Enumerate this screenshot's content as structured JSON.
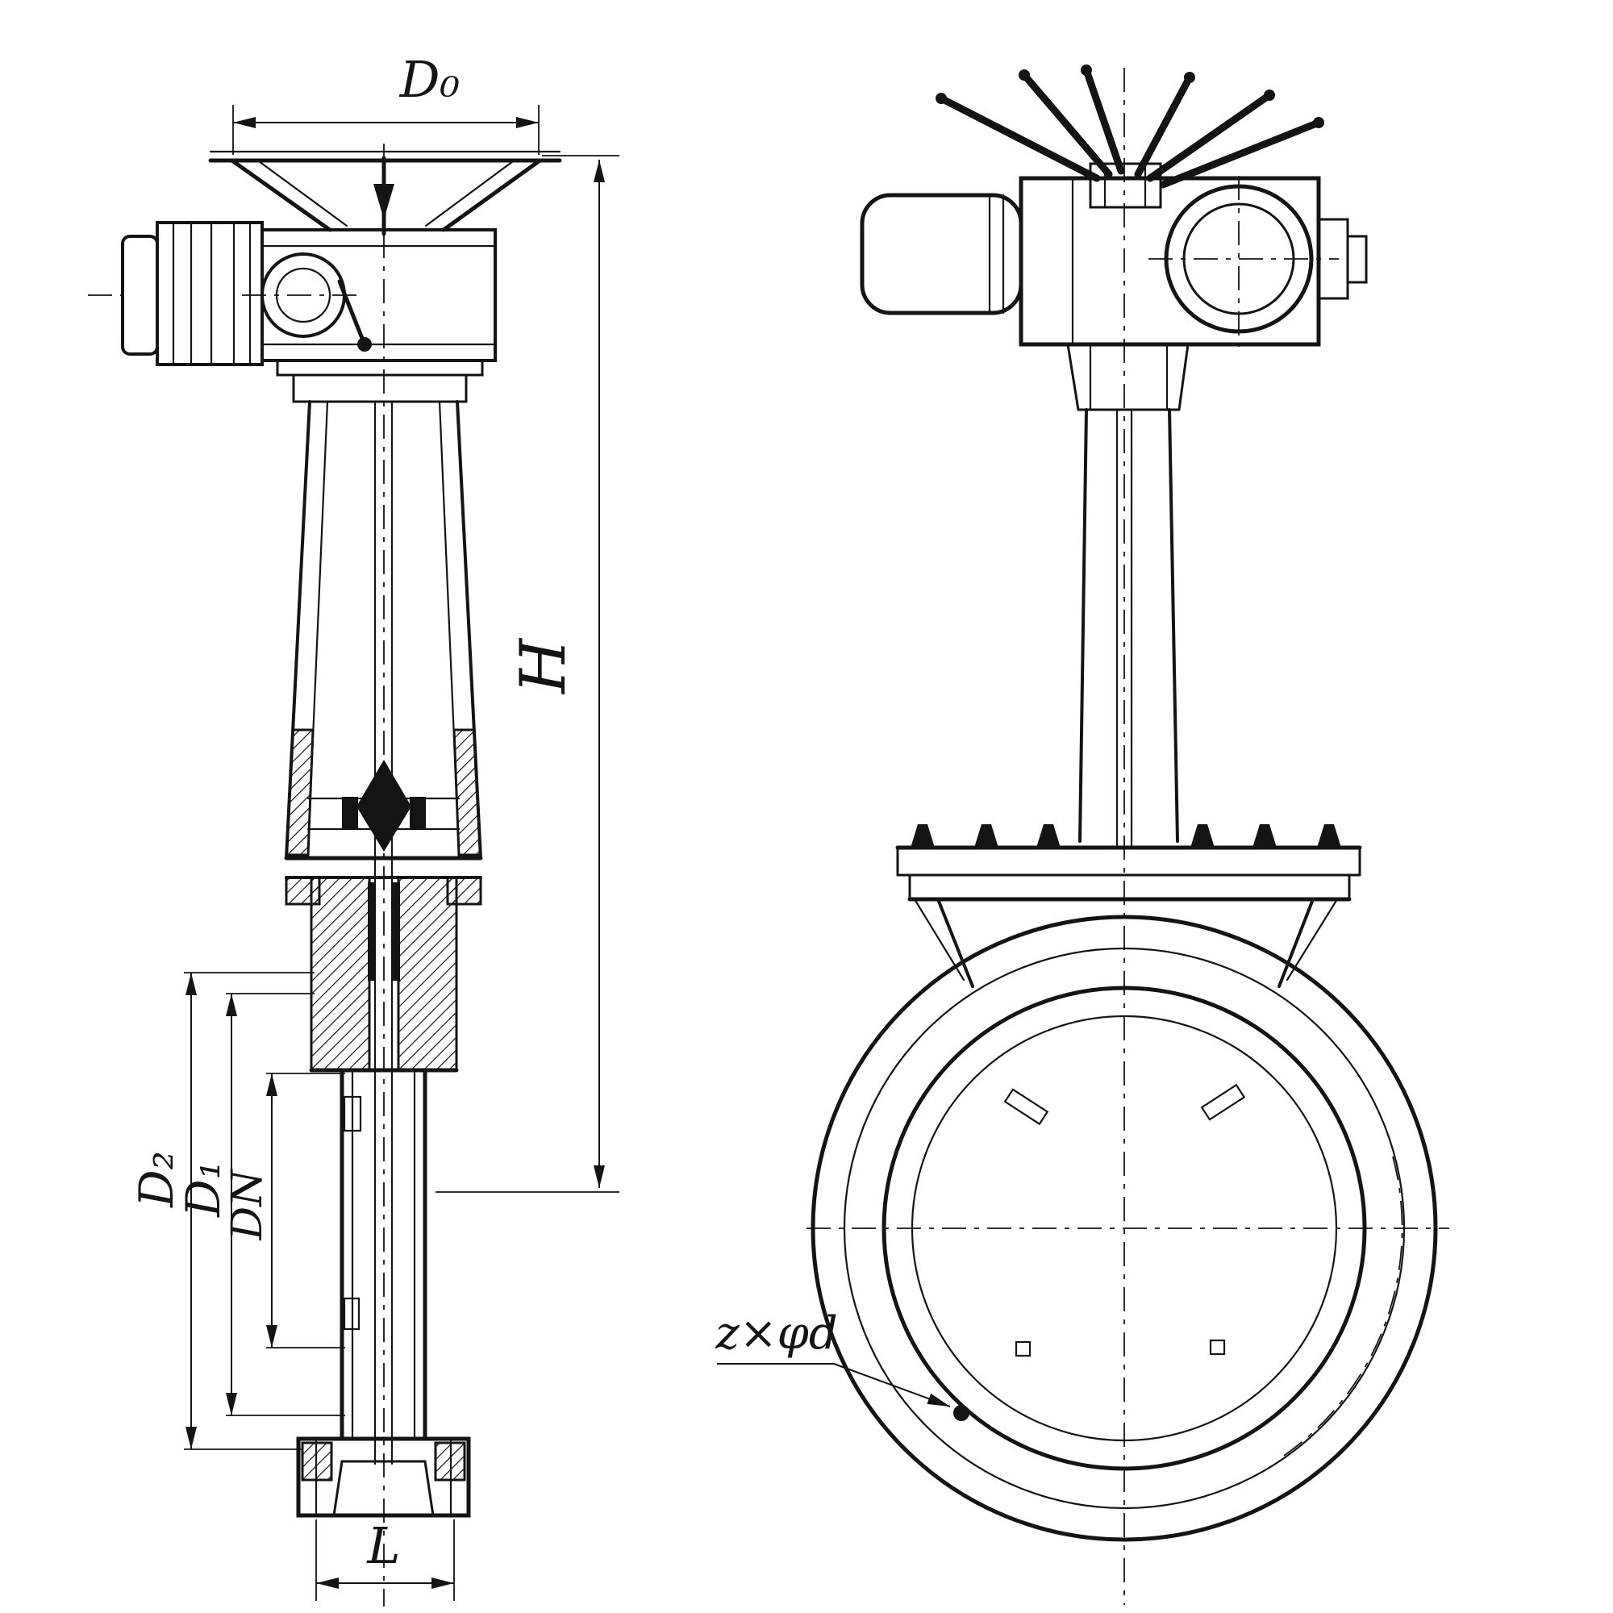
{
  "labels": {
    "d0": "D₀",
    "h": "H",
    "d2": "D₂",
    "d1": "D₁",
    "dn": "DN",
    "l": "L",
    "bolt_spec": "z×φd"
  },
  "colors": {
    "ink": "#141414",
    "paper": "#ffffff"
  }
}
